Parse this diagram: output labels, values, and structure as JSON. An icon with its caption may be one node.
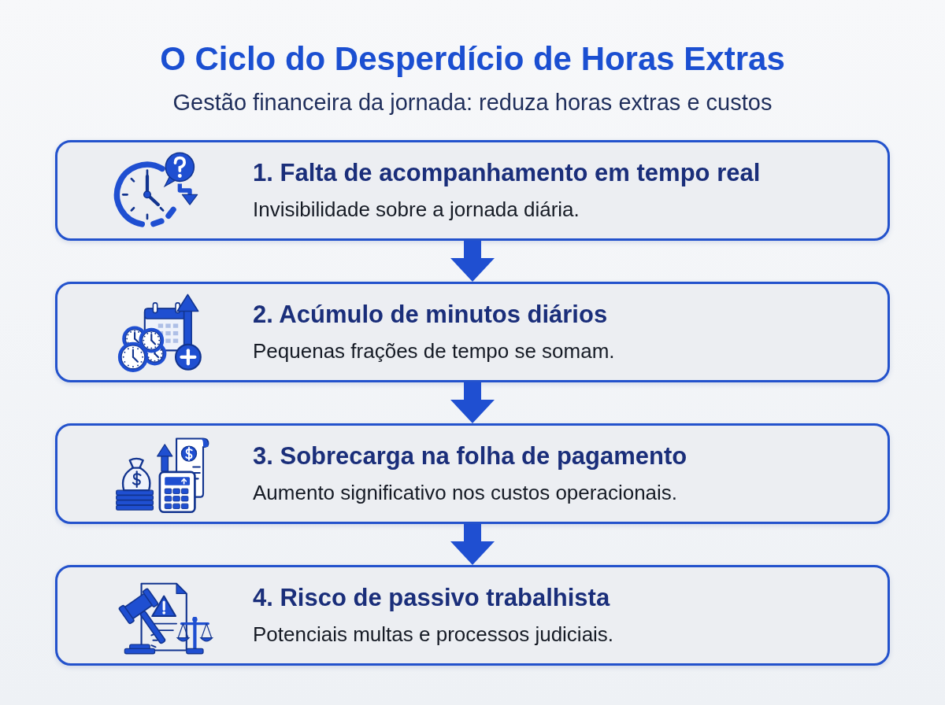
{
  "diagram": {
    "title": "O Ciclo do Desperdício de Horas Extras",
    "nodes": [
      {
        "text": [
          "1. Falta de acompanhamento em tempo real",
          "Invisibilidade sobre a jornada diária."
        ]
      },
      {
        "text": [
          "2. Acúmulo de minutos diários",
          "Pequenas frações de tempo se somam."
        ]
      },
      {
        "text": [
          "3. Sobrecarga na folha de pagamento",
          "Aumento significativo nos custos operacionais."
        ]
      },
      {
        "text": [
          "4. Risco de passivo trabalhista",
          "Potenciais multas e processos judiciais."
        ]
      }
    ],
    "edges": [
      {
        "from": 0,
        "to": 1,
        "arrow": "to"
      },
      {
        "from": 1,
        "to": 2,
        "arrow": "to"
      },
      {
        "from": 2,
        "to": 3,
        "arrow": "to"
      }
    ],
    "labels": [
      "Gestão financeira da jornada: reduza horas extras e custos"
    ]
  }
}
